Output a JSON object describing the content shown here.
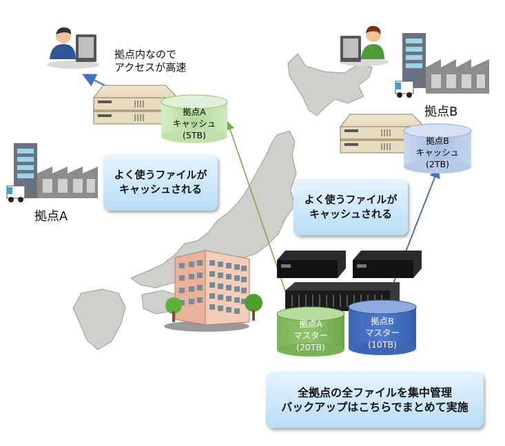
{
  "hq_note": [
    "拠点内なので",
    "アクセスが高速"
  ],
  "site_a": {
    "label": "拠点A",
    "cache": [
      "拠点A",
      "キャッシュ",
      "(5TB)"
    ],
    "callout": [
      "よく使うファイルが",
      "キャッシュされる"
    ]
  },
  "site_b": {
    "label": "拠点B",
    "cache": [
      "拠点B",
      "キャッシュ",
      "(2TB)"
    ],
    "callout": [
      "よく使うファイルが",
      "キャッシュされる"
    ]
  },
  "master_a": [
    "拠点A",
    "マスター",
    "(20TB)"
  ],
  "master_b": [
    "拠点B",
    "マスター",
    "(10TB)"
  ],
  "bottom_callout": [
    "全拠点の全ファイルを集中管理",
    "バックアップはこちらでまとめて実施"
  ],
  "colors": {
    "green_db": "#a9d18e",
    "blue_db": "#4472c4",
    "light_blue_db": "#b4c7e7",
    "arrow_blue": "#4472c4",
    "arrow_green": "#70ad47"
  },
  "icons": [
    "user-icon",
    "server-icon",
    "database-icon",
    "factory-icon",
    "building-icon",
    "japan-map"
  ]
}
